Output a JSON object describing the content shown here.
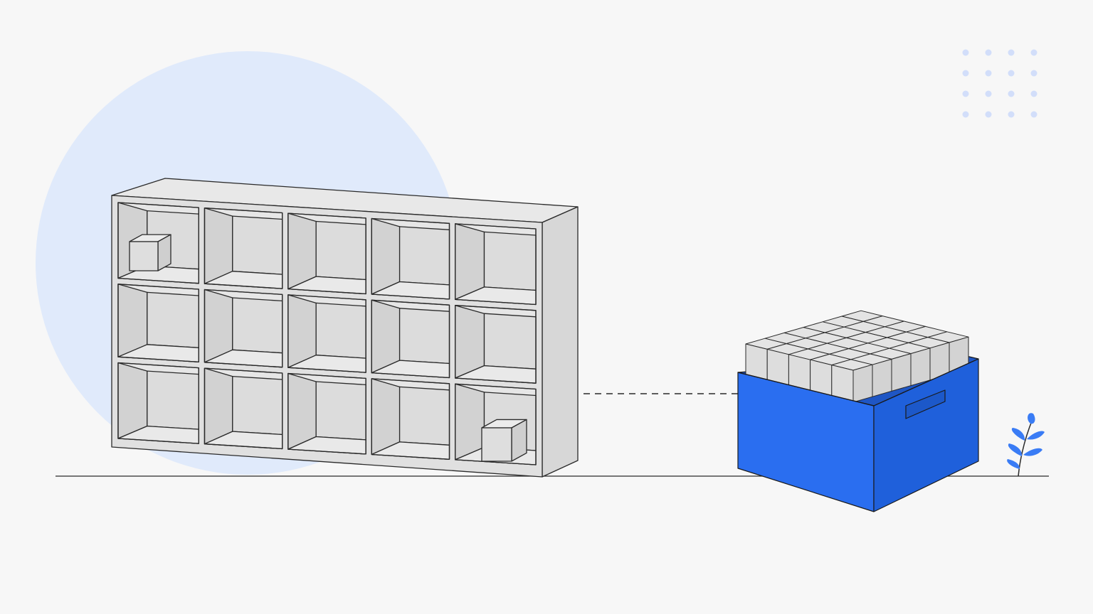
{
  "colors": {
    "background": "#f7f7f7",
    "circle": "#e0eafb",
    "dots": "#d2defa",
    "shelf_front": "#e0e0e0",
    "shelf_side": "#d7d7d7",
    "shelf_interior": "#dcdcdc",
    "outline": "#2a2a2a",
    "bin_front": "#2a6ef0",
    "bin_side": "#1f60db",
    "bin_rim": "#3a7cf5",
    "cube_top": "#e4e4e4",
    "cube_side": "#d3d3d3",
    "plant": "#3a7cf5"
  },
  "scene": {
    "shelf_columns": 5,
    "shelf_rows": 3,
    "loose_items_on_shelf": 2,
    "bin_grid_columns": 5,
    "bin_grid_rows": 6,
    "decorative_dot_grid": {
      "columns": 4,
      "rows": 4
    }
  },
  "icons": [
    "plant-sprig-icon",
    "dot-grid-icon"
  ]
}
